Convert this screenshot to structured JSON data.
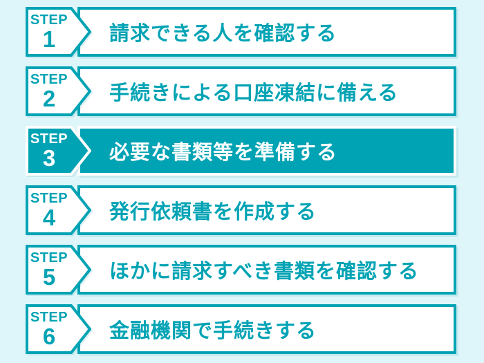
{
  "colors": {
    "teal": "#00a3b4",
    "background": "#def6fa",
    "white": "#ffffff"
  },
  "steps": [
    {
      "prefix": "STEP",
      "number": "1",
      "label": "請求できる人を確認する",
      "active": false
    },
    {
      "prefix": "STEP",
      "number": "2",
      "label": "手続きによる口座凍結に備える",
      "active": false
    },
    {
      "prefix": "STEP",
      "number": "3",
      "label": "必要な書類等を準備する",
      "active": true
    },
    {
      "prefix": "STEP",
      "number": "4",
      "label": "発行依頼書を作成する",
      "active": false
    },
    {
      "prefix": "STEP",
      "number": "5",
      "label": "ほかに請求すべき書類を確認する",
      "active": false
    },
    {
      "prefix": "STEP",
      "number": "6",
      "label": "金融機関で手続きする",
      "active": false
    }
  ]
}
